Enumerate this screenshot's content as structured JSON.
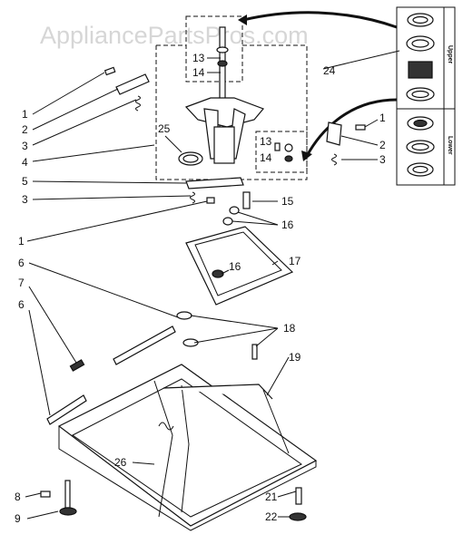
{
  "watermark": "AppliancePartsPros.com",
  "inset_labels": {
    "upper": "Upper",
    "lower": "Lower"
  },
  "callouts": [
    {
      "id": "c1a",
      "text": "1"
    },
    {
      "id": "c2a",
      "text": "2"
    },
    {
      "id": "c3a",
      "text": "3"
    },
    {
      "id": "c4",
      "text": "4"
    },
    {
      "id": "c25",
      "text": "25"
    },
    {
      "id": "c5",
      "text": "5"
    },
    {
      "id": "c3b",
      "text": "3"
    },
    {
      "id": "c1b",
      "text": "1"
    },
    {
      "id": "c6a",
      "text": "6"
    },
    {
      "id": "c7",
      "text": "7"
    },
    {
      "id": "c6b",
      "text": "6"
    },
    {
      "id": "c8",
      "text": "8"
    },
    {
      "id": "c9",
      "text": "9"
    },
    {
      "id": "c13a",
      "text": "13"
    },
    {
      "id": "c14a",
      "text": "14"
    },
    {
      "id": "c13b",
      "text": "13"
    },
    {
      "id": "c14b",
      "text": "14"
    },
    {
      "id": "c24",
      "text": "24"
    },
    {
      "id": "c1c",
      "text": "1"
    },
    {
      "id": "c2b",
      "text": "2"
    },
    {
      "id": "c3c",
      "text": "3"
    },
    {
      "id": "c15",
      "text": "15"
    },
    {
      "id": "c16a",
      "text": "16"
    },
    {
      "id": "c16b",
      "text": "16"
    },
    {
      "id": "c17",
      "text": "17"
    },
    {
      "id": "c18",
      "text": "18"
    },
    {
      "id": "c19",
      "text": "19"
    },
    {
      "id": "c26",
      "text": "26"
    },
    {
      "id": "c21",
      "text": "21"
    },
    {
      "id": "c22",
      "text": "22"
    }
  ]
}
